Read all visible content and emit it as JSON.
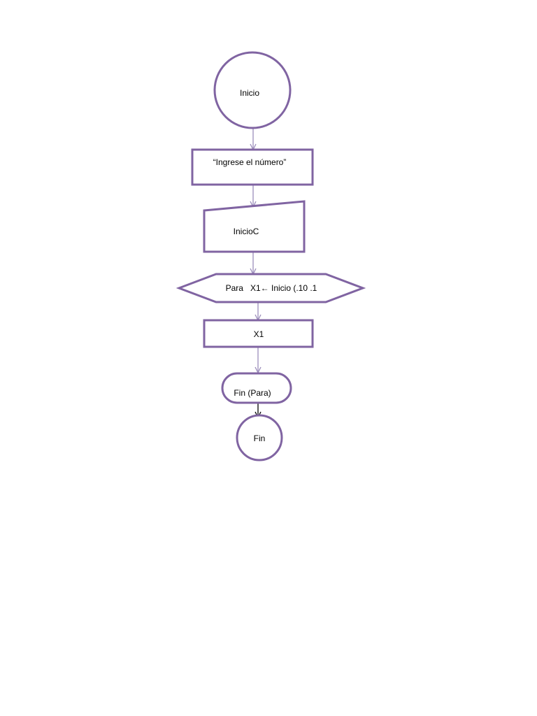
{
  "diagram": {
    "colors": {
      "shape_stroke": "#8064a2",
      "connector": "#9b8dbb",
      "connector_last": "#000000",
      "text": "#000000"
    },
    "nodes": [
      {
        "id": "start",
        "shape": "circle",
        "label": "Inicio"
      },
      {
        "id": "prompt",
        "shape": "rectangle",
        "label": "“Ingrese el número”"
      },
      {
        "id": "input",
        "shape": "manual-input",
        "label": "InicioC"
      },
      {
        "id": "loop",
        "shape": "hexagon",
        "label": "Para   X1← Inicio (.10 .1"
      },
      {
        "id": "output",
        "shape": "rectangle",
        "label": "X1"
      },
      {
        "id": "loop-end",
        "shape": "rounded-rectangle",
        "label": "Fin (Para)"
      },
      {
        "id": "end",
        "shape": "circle",
        "label": "Fin"
      }
    ],
    "edges": [
      {
        "from": "start",
        "to": "prompt"
      },
      {
        "from": "prompt",
        "to": "input"
      },
      {
        "from": "input",
        "to": "loop"
      },
      {
        "from": "loop",
        "to": "output"
      },
      {
        "from": "output",
        "to": "loop-end"
      },
      {
        "from": "loop-end",
        "to": "end"
      }
    ]
  }
}
